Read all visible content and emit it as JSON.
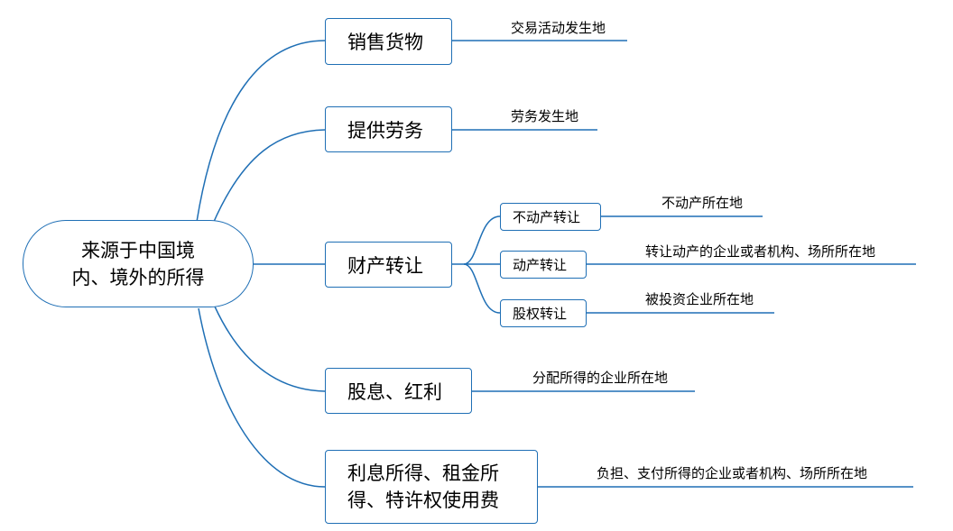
{
  "root": {
    "line1": "来源于中国境",
    "line2": "内、境外的所得"
  },
  "branches": [
    {
      "label": "销售货物",
      "leaf": "交易活动发生地"
    },
    {
      "label": "提供劳务",
      "leaf": "劳务发生地"
    },
    {
      "label": "财产转让",
      "children": [
        {
          "label": "不动产转让",
          "leaf": "不动产所在地"
        },
        {
          "label": "动产转让",
          "leaf": "转让动产的企业或者机构、场所所在地"
        },
        {
          "label": "股权转让",
          "leaf": "被投资企业所在地"
        }
      ]
    },
    {
      "label": "股息、红利",
      "leaf": "分配所得的企业所在地"
    },
    {
      "label_line1": "利息所得、租金所",
      "label_line2": "得、特许权使用费",
      "leaf": "负担、支付所得的企业或者机构、场所所在地"
    }
  ],
  "colors": {
    "line": "#1f6fb5",
    "border": "#1f6fb5"
  }
}
